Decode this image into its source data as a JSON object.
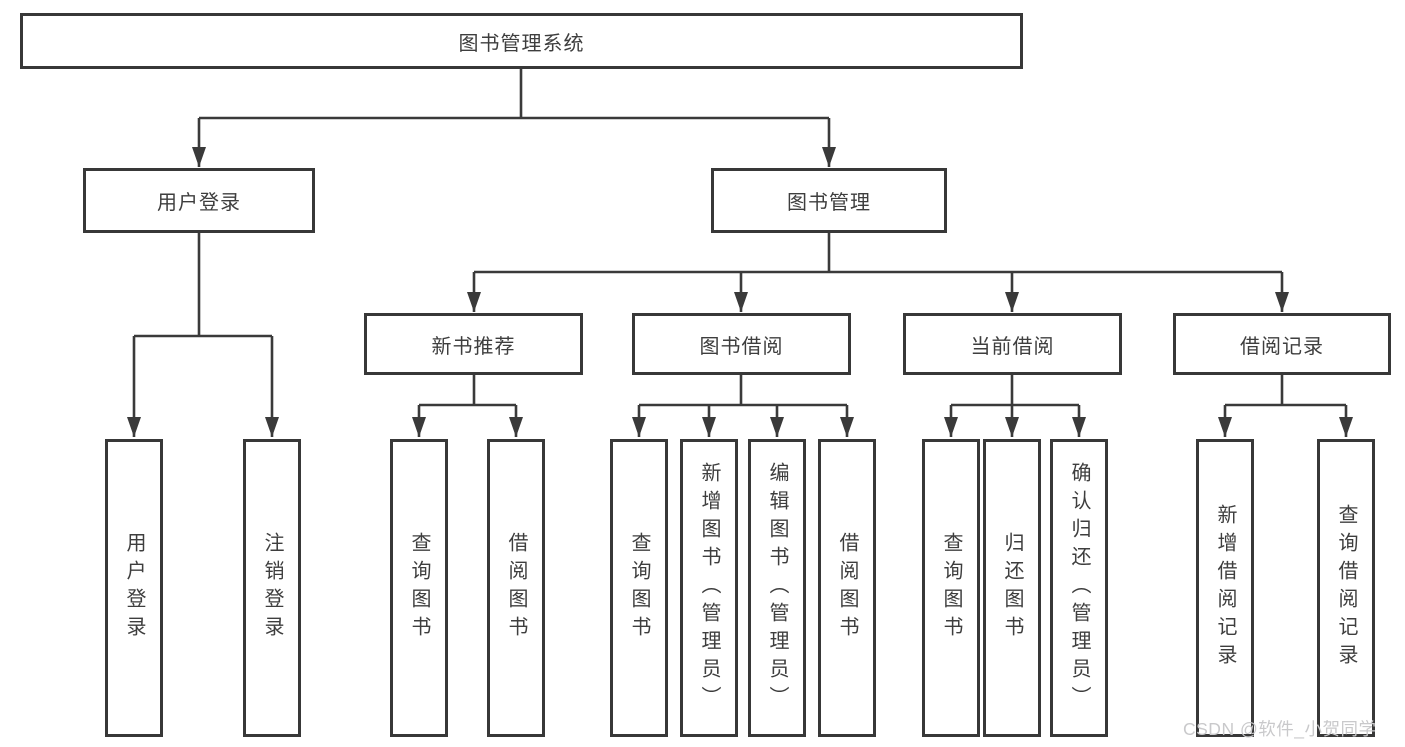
{
  "tree": {
    "root": {
      "label": "图书管理系统"
    },
    "level2": [
      {
        "label": "用户登录"
      },
      {
        "label": "图书管理"
      }
    ],
    "level3": [
      {
        "label": "新书推荐"
      },
      {
        "label": "图书借阅"
      },
      {
        "label": "当前借阅"
      },
      {
        "label": "借阅记录"
      }
    ],
    "leaves": {
      "user_login": [
        {
          "label": "用户登录"
        },
        {
          "label": "注销登录"
        }
      ],
      "new_book_recommend": [
        {
          "label": "查询图书"
        },
        {
          "label": "借阅图书"
        }
      ],
      "book_borrowing": [
        {
          "label": "查询图书"
        },
        {
          "label": "新增图书（管理员）"
        },
        {
          "label": "编辑图书（管理员）"
        },
        {
          "label": "借阅图书"
        }
      ],
      "current_borrowing": [
        {
          "label": "查询图书"
        },
        {
          "label": "归还图书"
        },
        {
          "label": "确认归还（管理员）"
        }
      ],
      "borrow_records": [
        {
          "label": "新增借阅记录"
        },
        {
          "label": "查询借阅记录"
        }
      ]
    }
  },
  "watermark": {
    "text": "CSDN @软件_小贺同学"
  },
  "colors": {
    "line": "#3a3a3a",
    "box_border": "#383838",
    "text": "#3e3e3e",
    "watermark": "#c9c9cb",
    "background": "#ffffff"
  }
}
